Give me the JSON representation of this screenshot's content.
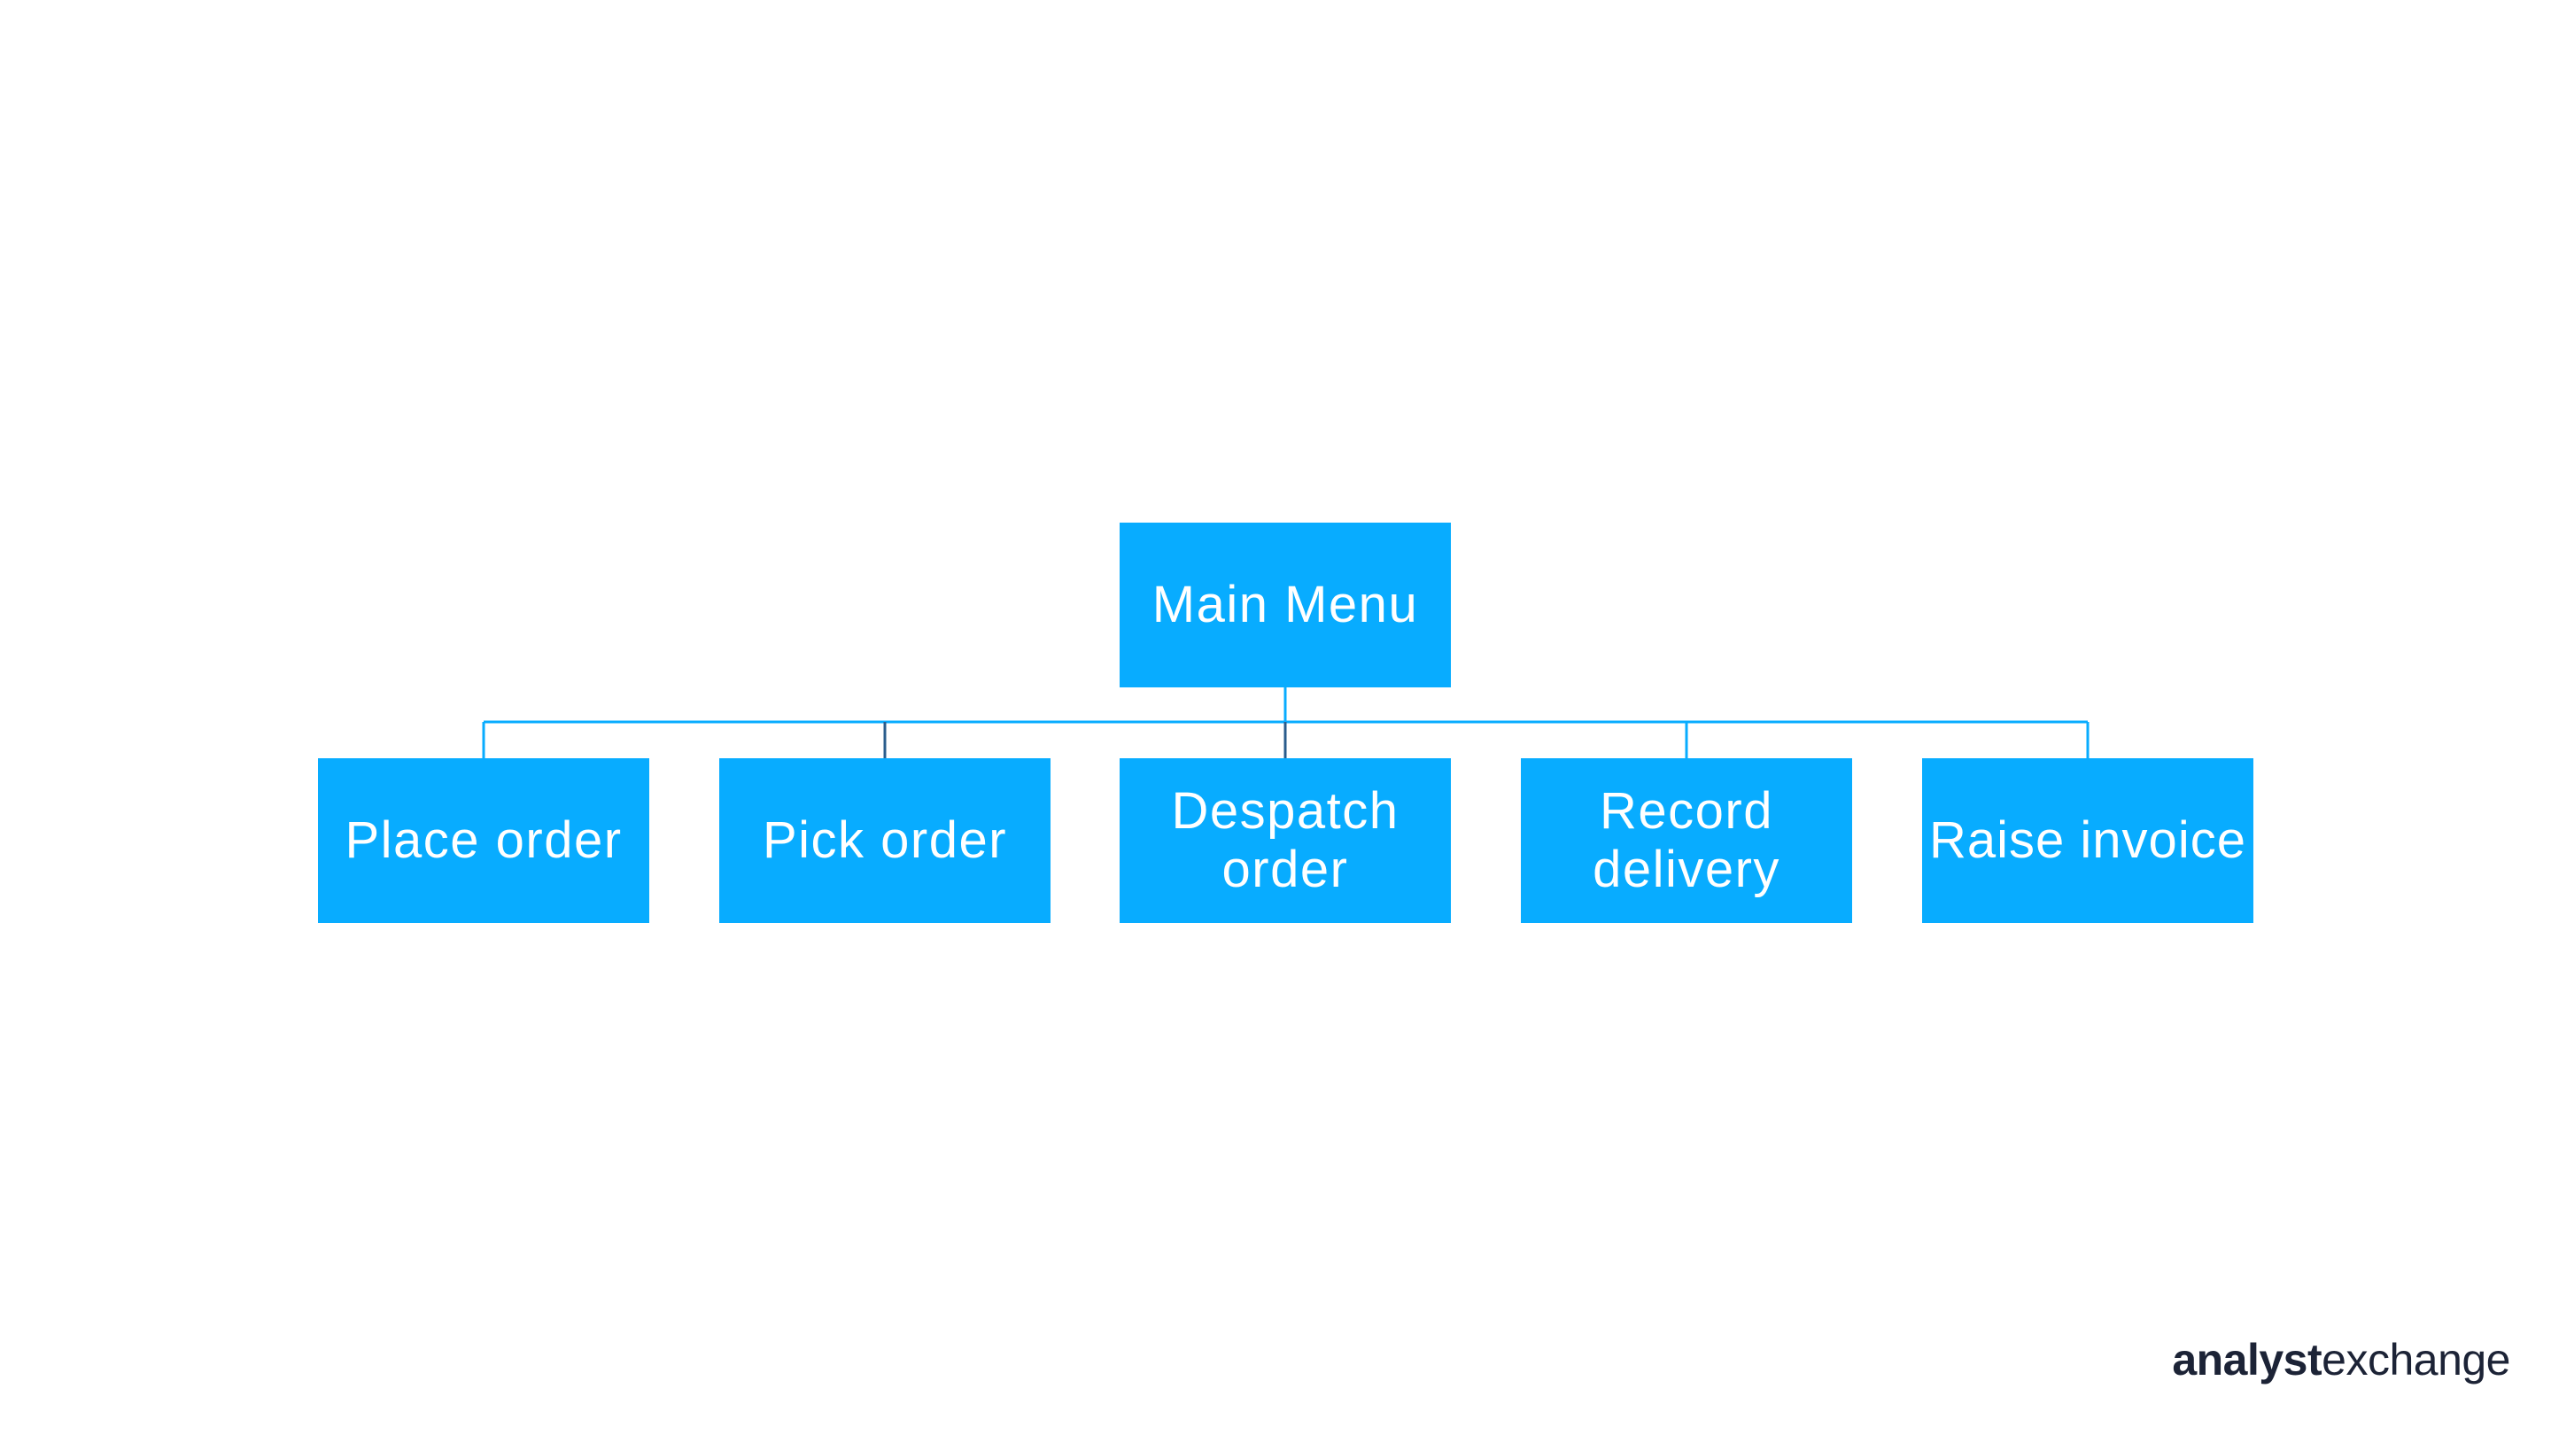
{
  "diagram": {
    "root": {
      "label": "Main Menu"
    },
    "children": [
      {
        "label": "Place order"
      },
      {
        "label": "Pick order"
      },
      {
        "label": "Despatch order"
      },
      {
        "label": "Record delivery"
      },
      {
        "label": "Raise invoice"
      }
    ]
  },
  "logo": {
    "part_bold": "analyst",
    "part_light": "exchange"
  },
  "colors": {
    "node_fill": "#08acff",
    "node_text": "#ffffff",
    "connector": "#08acff",
    "connector_dark": "#2a5c8c",
    "logo_text": "#1c2336"
  }
}
